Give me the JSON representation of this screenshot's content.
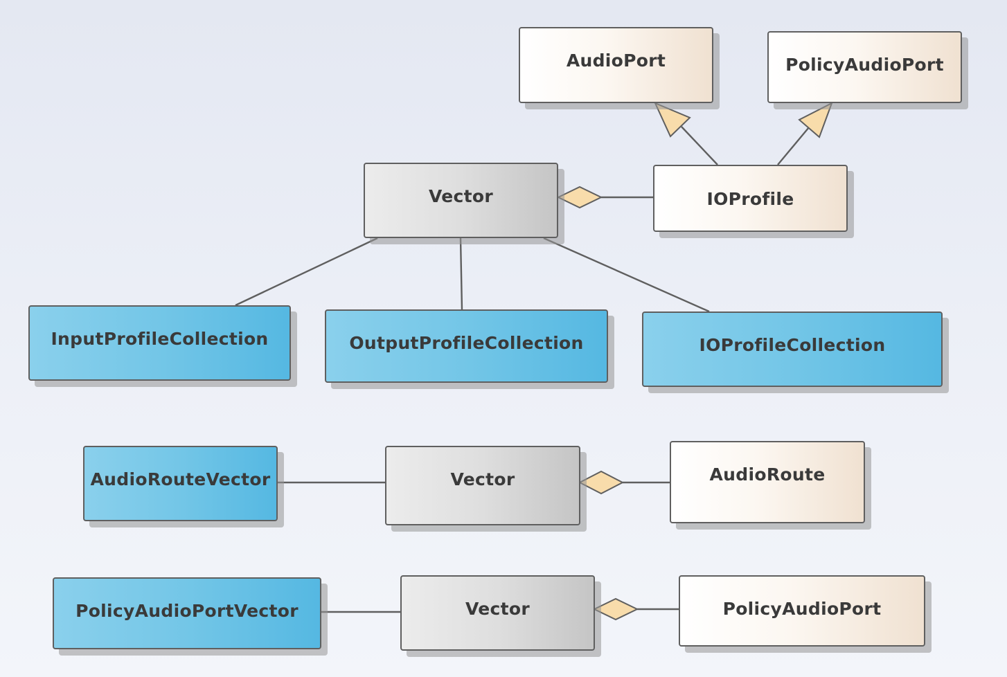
{
  "classes": {
    "audio_port": "AudioPort",
    "policy_audio_port_top": "PolicyAudioPort",
    "vector_top": "Vector",
    "io_profile": "IOProfile",
    "input_profile_collection": "InputProfileCollection",
    "output_profile_collection": "OutputProfileCollection",
    "io_profile_collection": "IOProfileCollection",
    "audio_route_vector": "AudioRouteVector",
    "vector_middle": "Vector",
    "audio_route": "AudioRoute",
    "policy_audio_port_vector": "PolicyAudioPortVector",
    "vector_bottom": "Vector",
    "policy_audio_port_bottom": "PolicyAudioPort"
  },
  "colors": {
    "line": "#5f5f5f",
    "marker_fill": "#f8dcab",
    "concrete_class": "#f0e1d1",
    "template_class": "#c5c5c5",
    "typedef_class": "#55b8e2"
  }
}
